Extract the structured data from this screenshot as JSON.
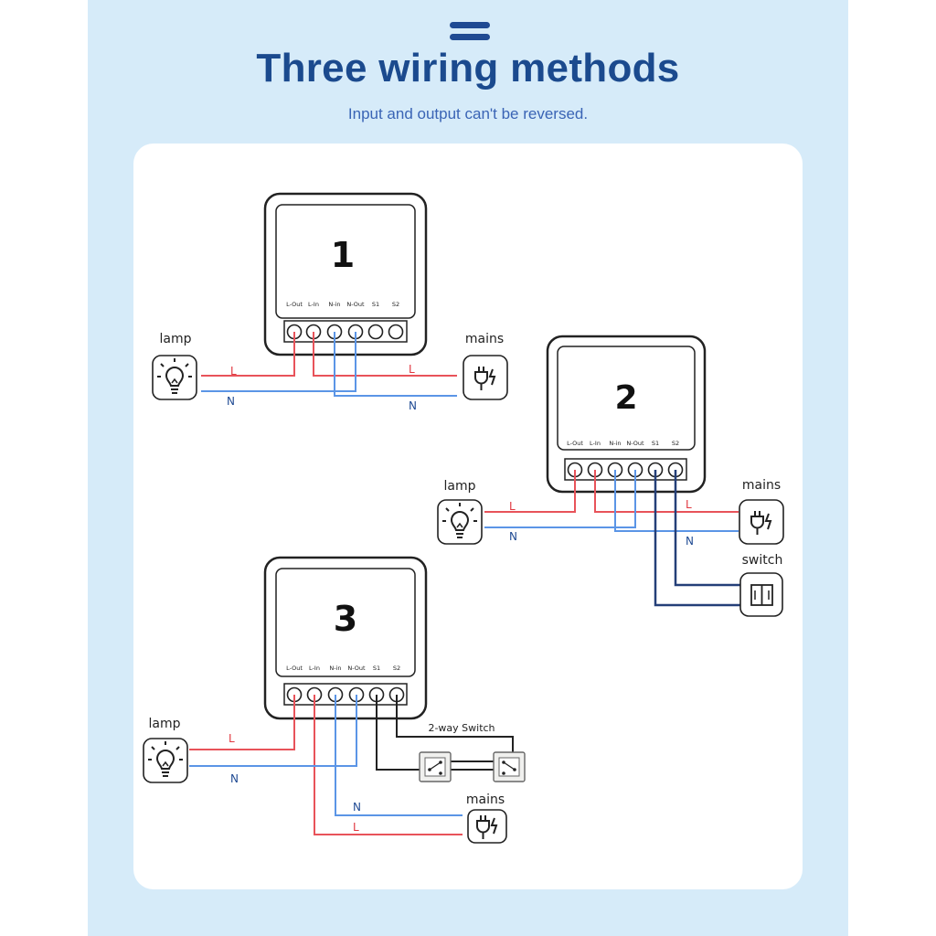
{
  "header": {
    "title": "Three wiring methods",
    "subtitle": "Input and output can't be reversed."
  },
  "terminals": [
    "L-Out",
    "L-In",
    "N-in",
    "N-Out",
    "S1",
    "S2"
  ],
  "wire_letters": {
    "live": "L",
    "neutral": "N"
  },
  "diagram1": {
    "number": "1",
    "lamp_label": "lamp",
    "mains_label": "mains"
  },
  "diagram2": {
    "number": "2",
    "lamp_label": "lamp",
    "mains_label": "mains",
    "switch_label": "switch"
  },
  "diagram3": {
    "number": "3",
    "lamp_label": "lamp",
    "mains_label": "mains",
    "switch_label": "2-way Switch"
  },
  "colors": {
    "live": "#e8535a",
    "neutral": "#5b95e6",
    "switch_wire": "#243f78",
    "two_way_wire": "#222222",
    "title": "#1b4a8e"
  }
}
